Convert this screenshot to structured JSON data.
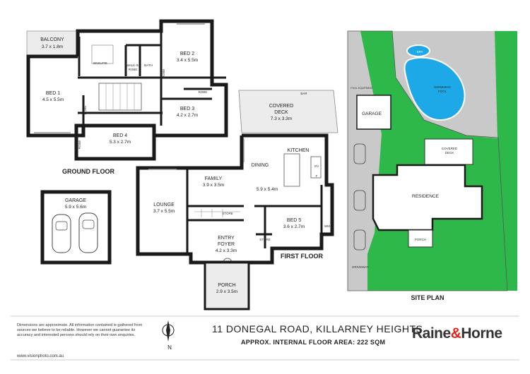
{
  "rooms": {
    "balcony": {
      "name": "BALCONY",
      "size": "3.7 x 1.8m"
    },
    "bed1": {
      "name": "BED 1",
      "size": "4.5 x 5.5m"
    },
    "ensuite": {
      "name": "ENSUITE"
    },
    "walkin": {
      "name": "WALK-IN",
      "name2": "ROBE"
    },
    "bath": {
      "name": "BATH"
    },
    "bed2": {
      "name": "BED 2",
      "size": "3.4 x 5.5m"
    },
    "robe1": {
      "name": "ROBE"
    },
    "robe2": {
      "name": "ROBE"
    },
    "robe3": {
      "name": "ROBE"
    },
    "robe4": {
      "name": "ROBE"
    },
    "bed3": {
      "name": "BED 3",
      "size": "4.2 x 2.7m"
    },
    "bed4": {
      "name": "BED 4",
      "size": "5.3 x 2.7m"
    },
    "bar": {
      "name": "BAR"
    },
    "covered_deck": {
      "name": "COVERED",
      "name2": "DECK",
      "size": "7.3 x 3.3m"
    },
    "dining": {
      "name": "DINING"
    },
    "kitchen": {
      "name": "KITCHEN",
      "size": "5.9 x 5.4m"
    },
    "ov": {
      "name": "OV"
    },
    "f": {
      "name": "F"
    },
    "family": {
      "name": "FAMILY",
      "size": "3.9 x 3.5m"
    },
    "lounge": {
      "name": "LOUNGE",
      "size": "3.7 x 5.5m"
    },
    "store1": {
      "name": "STORE"
    },
    "store2": {
      "name": "STORE"
    },
    "bed5": {
      "name": "BED 5",
      "size": "3.6 x 2.7m"
    },
    "wm": {
      "name": "WM"
    },
    "entry": {
      "name": "ENTRY",
      "name2": "FOYER",
      "size": "4.2 x 3.3m"
    },
    "porch": {
      "name": "PORCH",
      "size": "2.9 x 3.5m"
    },
    "garage": {
      "name": "GARAGE",
      "size": "5.9 x 5.6m"
    }
  },
  "floors": {
    "ground": "GROUND FLOOR",
    "first": "FIRST FLOOR",
    "site": "SITE PLAN"
  },
  "site": {
    "spa": "SPA",
    "pool": "SWIMMING POOL",
    "pool_line1": "SWIMMING",
    "pool_line2": "POOL",
    "pool_equipment": "POOL EQUIPMENT",
    "garage": "GARAGE",
    "covered_deck_1": "COVERED",
    "covered_deck_2": "DECK",
    "residence": "RESIDENCE",
    "porch": "PORCH",
    "driveway": "DRIVEWAY"
  },
  "footer": {
    "disclaimer": "Dimensions are approximate. All information contained is gathered from sources we believe to be reliable. However we cannot guarantee its accuracy and interested persons should rely on their own enquiries.",
    "url": "www.visionphoto.com.au",
    "address": "11 DONEGAL ROAD, KILLARNEY HEIGHTS",
    "area": "APPROX. INTERNAL FLOOR AREA: 222 SQM",
    "brand_1": "Raine",
    "brand_amp": "&",
    "brand_2": "Horne",
    "north": "N"
  },
  "colors": {
    "lawn": "#2fb84a",
    "pool": "#1da8e8",
    "paving": "#c9c9c9",
    "brand_red": "#e2231a"
  }
}
